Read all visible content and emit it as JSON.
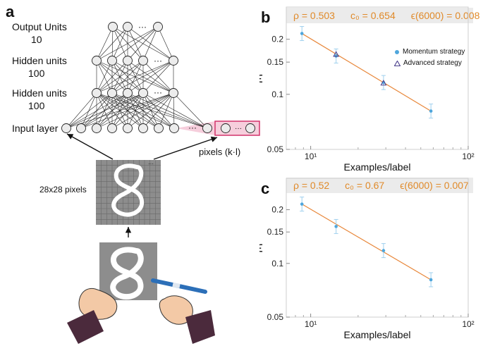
{
  "panel_a": {
    "letter": "a",
    "layers": [
      {
        "title": "Output Units",
        "count": "10"
      },
      {
        "title": "Hidden units",
        "count": "100"
      },
      {
        "title": "Hidden units",
        "count": "100"
      }
    ],
    "input_label": "Input layer",
    "ellipsis": "···",
    "pixels_label": "pixels (k·l)",
    "grid_label": "28x28 pixels"
  },
  "panel_b": {
    "letter": "b",
    "banner": {
      "rho": "ρ = 0.503",
      "c0": "c₀ = 0.654",
      "eps": "ϵ(6000) = 0.008"
    },
    "legend": [
      "Momentum strategy",
      "Advanced strategy"
    ]
  },
  "panel_c": {
    "letter": "c",
    "banner": {
      "rho": "ρ = 0.52",
      "c0": "c₀ = 0.67",
      "eps": "ϵ(6000) = 0.007"
    }
  },
  "chart_data": [
    {
      "type": "scatter",
      "xlabel": "Examples/label",
      "ylabel": "ϵ",
      "x_scale": "log",
      "y_scale": "log",
      "xlim": [
        7,
        100
      ],
      "ylim": [
        0.05,
        0.3
      ],
      "x_ticks": [
        "10¹",
        "10²"
      ],
      "y_ticks": [
        "0.05",
        "0.1",
        "0.15",
        "0.2"
      ],
      "series": [
        {
          "name": "Momentum strategy",
          "color": "#4fa6dc",
          "marker": "circle",
          "x": [
            8.8,
            14.5,
            29,
            58
          ],
          "y": [
            0.215,
            0.162,
            0.116,
            0.081
          ]
        },
        {
          "name": "Advanced strategy",
          "color": "#4a3f8c",
          "marker": "triangle",
          "x": [
            14.5,
            29
          ],
          "y": [
            0.165,
            0.115
          ]
        }
      ],
      "fit": {
        "color": "#e8873a",
        "x": [
          8.8,
          58
        ],
        "y": [
          0.215,
          0.081
        ]
      },
      "legend_position": "top-right"
    },
    {
      "type": "scatter",
      "xlabel": "Examples/label",
      "ylabel": "ϵ",
      "x_scale": "log",
      "y_scale": "log",
      "xlim": [
        7,
        100
      ],
      "ylim": [
        0.05,
        0.3
      ],
      "x_ticks": [
        "10¹",
        "10²"
      ],
      "y_ticks": [
        "0.05",
        "0.1",
        "0.15",
        "0.2"
      ],
      "series": [
        {
          "color": "#4fa6dc",
          "marker": "circle",
          "x": [
            8.8,
            14.5,
            29,
            58
          ],
          "y": [
            0.215,
            0.161,
            0.118,
            0.081
          ]
        }
      ],
      "fit": {
        "color": "#e8873a",
        "x": [
          8.8,
          58
        ],
        "y": [
          0.215,
          0.081
        ]
      }
    }
  ]
}
